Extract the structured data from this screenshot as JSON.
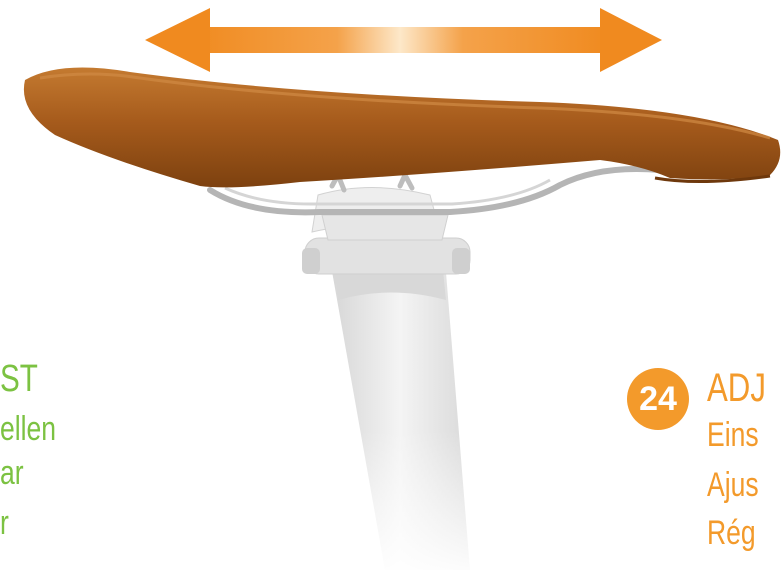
{
  "left_label": {
    "line1": "ST",
    "line2": "ellen",
    "line3": "ar",
    "line4": "r"
  },
  "step": {
    "number": "24",
    "line1": "ADJ",
    "line2": "Eins",
    "line3": "Ajus",
    "line4": "Rég"
  },
  "colors": {
    "accent_orange": "#f39a2b",
    "accent_green": "#7cc242",
    "saddle_brown": "#a85d1e"
  },
  "icons": {
    "arrow": "double-headed-horizontal-arrow",
    "saddle": "bicycle-saddle",
    "seatpost": "seatpost-with-clamp"
  }
}
